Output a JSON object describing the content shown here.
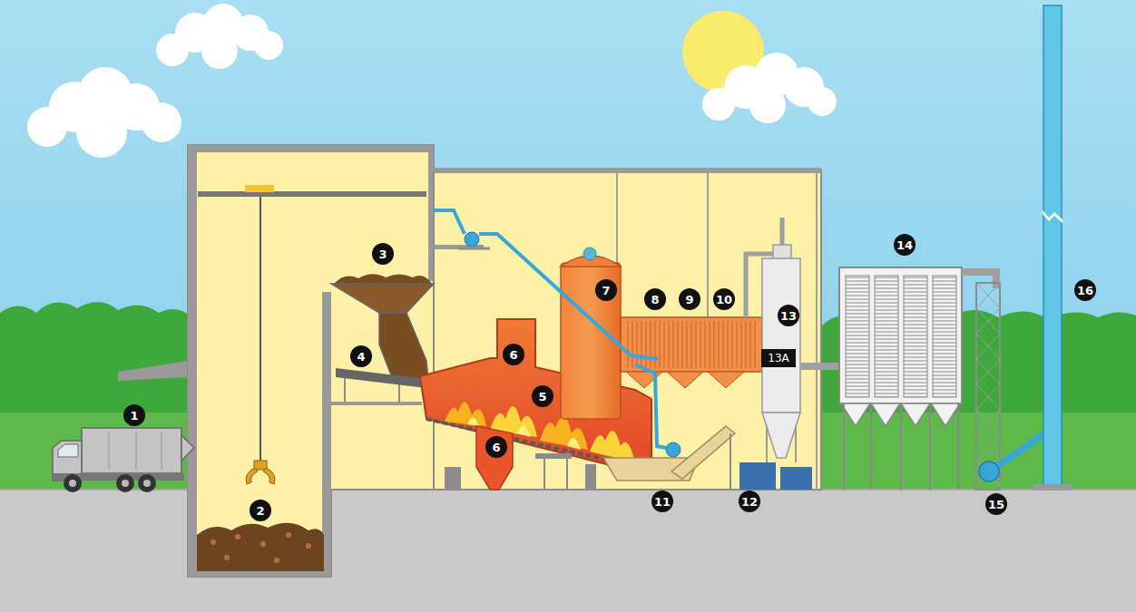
{
  "diagram": {
    "labels": [
      "1",
      "2",
      "3",
      "4",
      "5",
      "6",
      "6",
      "7",
      "8",
      "9",
      "10",
      "11",
      "12",
      "13",
      "13A",
      "14",
      "15",
      "16"
    ]
  }
}
